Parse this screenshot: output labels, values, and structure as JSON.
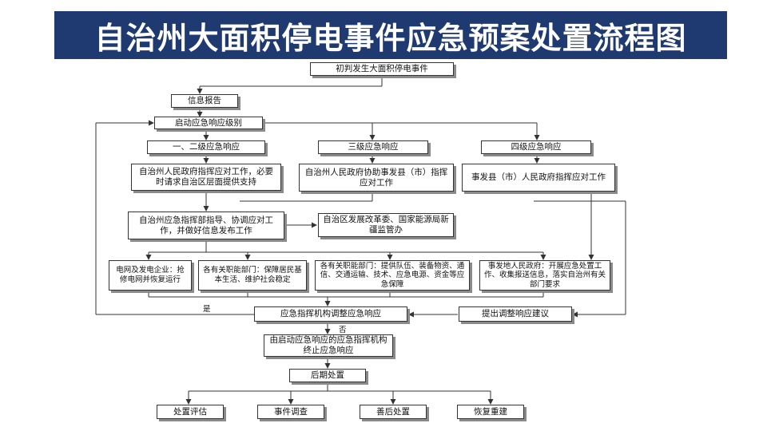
{
  "title": "自治州大面积停电事件应急预案处置流程图",
  "nodes": {
    "initial": "初判发生大面积停电事件",
    "report": "信息报告",
    "start_level": "启动应急响应级别",
    "level12": "一、二级应急响应",
    "level3": "三级应急响应",
    "level4": "四级应急响应",
    "gov_command": "自治州人民政府指挥应对工作，必要时请求自治区层面提供支持",
    "assist_county": "自治州人民政府协助事发县（市）指挥应对工作",
    "county_command": "事发县（市）人民政府指挥应对工作",
    "hq_guide": "自治州应急指挥部指导、协调应对工作，并做好信息发布工作",
    "region_dev": "自治区发展改革委、国家能源局新疆监管办",
    "grid": "电网及发电企业：抢修电网并恢复运行",
    "depts_a": "各有关职能部门：保障居民基本生活、维护社会稳定",
    "depts_b": "各有关职能部门：提供队伍、装备物资、通信、交通运输、技术、应急电源、资金等应急保障",
    "local_gov": "事发地人民政府：开展应急处置工作、收集报送信息，落实自治州有关部门要求",
    "adjust": "应急指挥机构调整应急响应",
    "suggest": "提出调整响应建议",
    "terminate": "由启动应急响应的应急指挥机构终止应急响应",
    "aftermath": "后期处置",
    "eval": "处置评估",
    "investigate": "事件调查",
    "rehab": "善后处置",
    "rebuild": "恢复重建"
  },
  "edge_labels": {
    "yes": "是",
    "no": "否"
  },
  "colors": {
    "banner": "#1f3a70",
    "line": "#333333"
  }
}
